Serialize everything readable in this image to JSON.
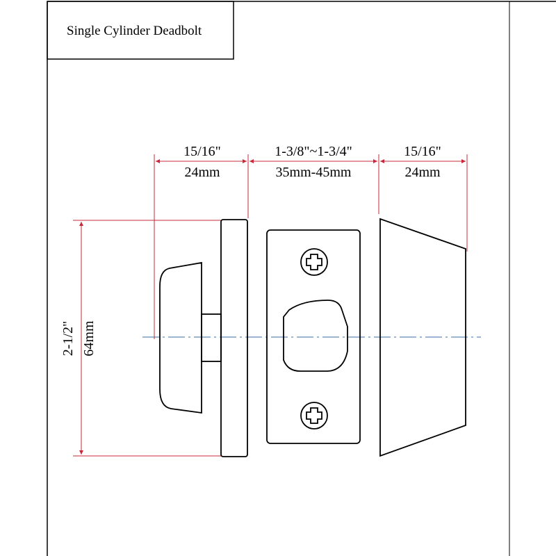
{
  "title": "Single Cylinder Deadbolt",
  "dimensions": {
    "thumbturn_depth": {
      "imperial": "15/16\"",
      "metric": "24mm"
    },
    "door_thickness": {
      "imperial": "1-3/8\"~1-3/4\"",
      "metric": "35mm-45mm"
    },
    "cylinder_depth": {
      "imperial": "15/16\"",
      "metric": "24mm"
    },
    "rose_height": {
      "imperial": "2-1/2\"",
      "metric": "64mm"
    }
  },
  "colors": {
    "outline": "#000000",
    "dimension_lines": "#c8283a",
    "centerline": "#3a6ea5"
  }
}
